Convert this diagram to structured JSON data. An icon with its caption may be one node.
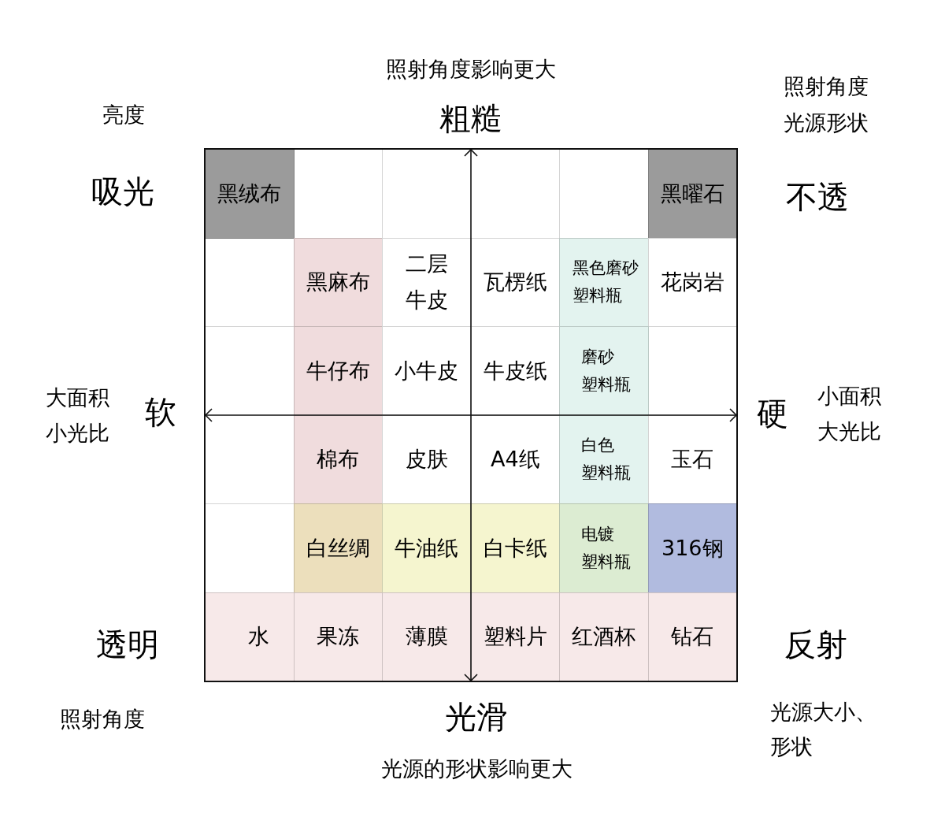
{
  "diagram": {
    "nodes": [
      {
        "text": [
          "黑绒布"
        ]
      },
      {
        "text": [
          "黑曜石"
        ]
      },
      {
        "text": [
          "黑麻布"
        ]
      },
      {
        "text": [
          "二层",
          "牛皮"
        ]
      },
      {
        "text": [
          "瓦楞纸"
        ]
      },
      {
        "text": [
          "黑色磨砂",
          "塑料瓶"
        ]
      },
      {
        "text": [
          "花岗岩"
        ]
      },
      {
        "text": [
          "牛仔布"
        ]
      },
      {
        "text": [
          "小牛皮"
        ]
      },
      {
        "text": [
          "牛皮纸"
        ]
      },
      {
        "text": [
          "磨砂",
          "塑料瓶"
        ]
      },
      {
        "text": [
          "棉布"
        ]
      },
      {
        "text": [
          "皮肤"
        ]
      },
      {
        "text": [
          "A4纸"
        ]
      },
      {
        "text": [
          "白色",
          "塑料瓶"
        ]
      },
      {
        "text": [
          "玉石"
        ]
      },
      {
        "text": [
          "白丝绸"
        ]
      },
      {
        "text": [
          "牛油纸"
        ]
      },
      {
        "text": [
          "白卡纸"
        ]
      },
      {
        "text": [
          "电镀",
          "塑料瓶"
        ]
      },
      {
        "text": [
          "316钢"
        ]
      },
      {
        "text": [
          "水"
        ]
      },
      {
        "text": [
          "果冻"
        ]
      },
      {
        "text": [
          "薄膜"
        ]
      },
      {
        "text": [
          "塑料片"
        ]
      },
      {
        "text": [
          "红酒杯"
        ]
      },
      {
        "text": [
          "钻石"
        ]
      }
    ],
    "labels": [
      "照射角度影响更大",
      "亮度",
      "粗糙",
      "照射角度",
      "光源形状",
      "吸光",
      "不透",
      "大面积",
      "小光比",
      "软",
      "硬",
      "小面积",
      "大光比",
      "透明",
      "反射",
      "照射角度",
      "光滑",
      "光源大小、形状",
      "光源的形状影响更大"
    ]
  }
}
